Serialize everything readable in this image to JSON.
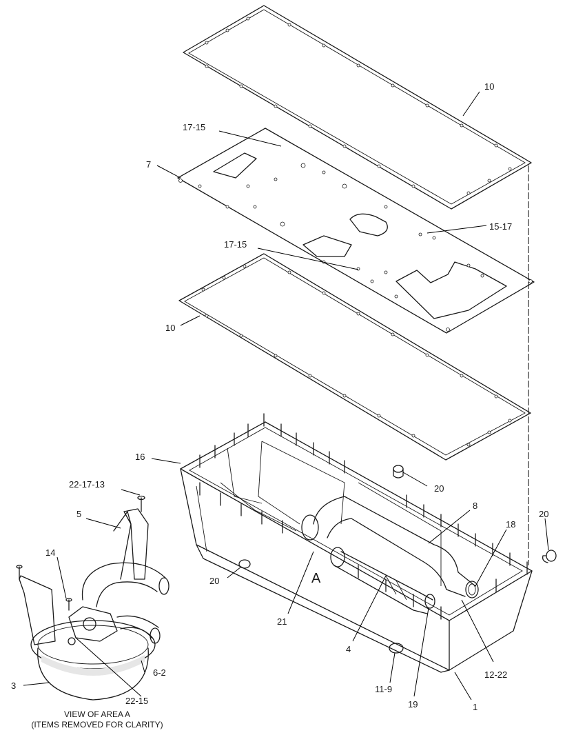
{
  "callouts": {
    "gasket_top": "10",
    "seal_upper_left": "17-15",
    "plate": "7",
    "seal_right": "15-17",
    "seal_center": "17-15",
    "gasket_lower": "10",
    "pan_flange": "16",
    "plug_top": "20",
    "tube_8": "8",
    "seal_18": "18",
    "plug_right": "20",
    "plug_left": "20",
    "area_marker": "A",
    "bolt_21": "21",
    "tube_4": "4",
    "seal_12_22": "12-22",
    "plug_11_9": "11-9",
    "seal_19": "19",
    "pan_1": "1",
    "stud_22_17_13": "22-17-13",
    "bracket_5": "5",
    "bolt_14": "14",
    "clip_22_15": "22-15",
    "suction_6_2": "6-2",
    "pin_3": "3"
  },
  "caption": {
    "line1": "VIEW OF AREA  A",
    "line2": "(ITEMS REMOVED FOR CLARITY)"
  }
}
